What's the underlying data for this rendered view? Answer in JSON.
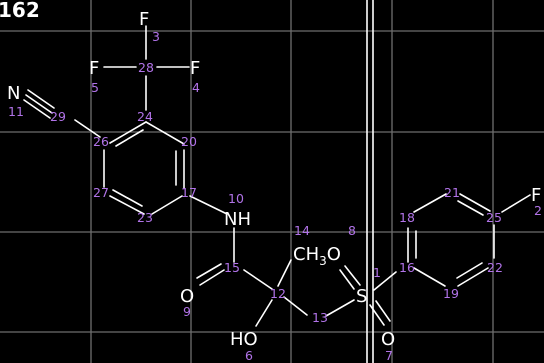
{
  "title": "162",
  "atoms": {
    "n11": "N",
    "f3": "F",
    "f5": "F",
    "f4": "F",
    "nh": "NH",
    "ch3_c": "CH",
    "ch3_sub": "3",
    "ch3_o": "O",
    "s": "S",
    "o9": "O",
    "o7": "O",
    "ho": "HO",
    "f2": "F"
  },
  "numbers": {
    "n3": "3",
    "n28": "28",
    "n5": "5",
    "n4": "4",
    "n11": "11",
    "n29": "29",
    "n24": "24",
    "n26": "26",
    "n20": "20",
    "n27": "27",
    "n17": "17",
    "n23": "23",
    "n10": "10",
    "n14": "14",
    "n8": "8",
    "n15": "15",
    "n12": "12",
    "n9": "9",
    "n13": "13",
    "n1": "1",
    "n6": "6",
    "n7": "7",
    "n18": "18",
    "n21": "21",
    "n25": "25",
    "n2": "2",
    "n16": "16",
    "n22": "22",
    "n19": "19"
  }
}
